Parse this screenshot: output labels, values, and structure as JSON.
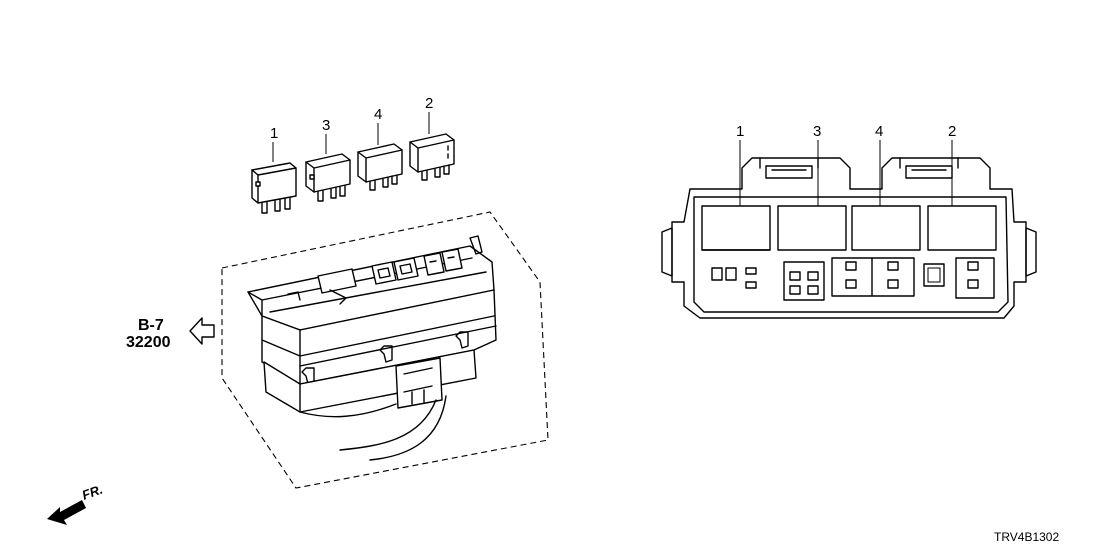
{
  "relays": [
    {
      "label": "1"
    },
    {
      "label": "3"
    },
    {
      "label": "4"
    },
    {
      "label": "2"
    }
  ],
  "top_view_labels": [
    "1",
    "3",
    "4",
    "2"
  ],
  "reference": {
    "section": "B-7",
    "part_number": "32200"
  },
  "front_indicator": "FR.",
  "diagram_code": "TRV4B1302"
}
